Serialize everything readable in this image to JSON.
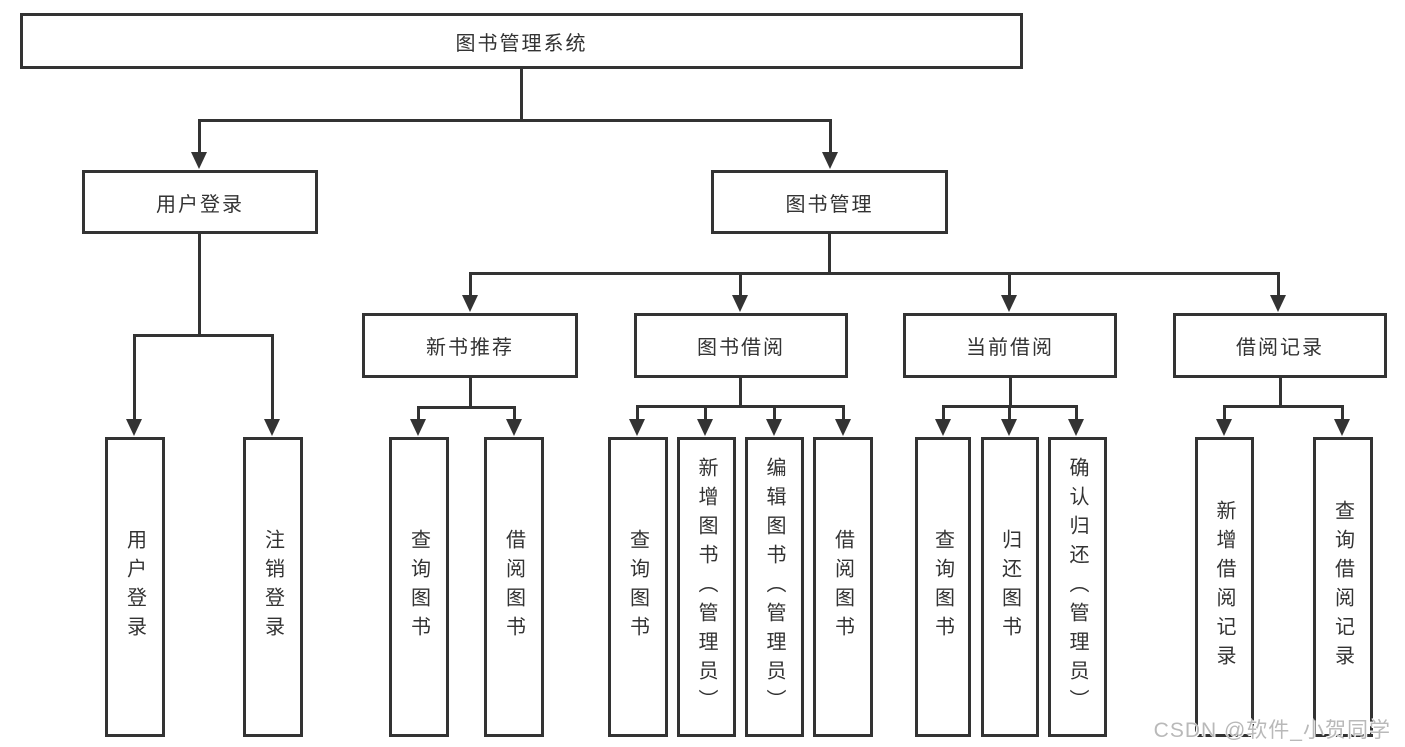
{
  "colors": {
    "line": "#333333",
    "text": "#333333",
    "watermark": "#b9b9b9",
    "background": "#ffffff"
  },
  "watermark": {
    "text": "CSDN @软件_小贺同学"
  },
  "tree": {
    "label": "图书管理系统",
    "children": [
      {
        "label": "用户登录",
        "children": [
          {
            "label": "用户登录"
          },
          {
            "label": "注销登录"
          }
        ]
      },
      {
        "label": "图书管理",
        "children": [
          {
            "label": "新书推荐",
            "children": [
              {
                "label": "查询图书"
              },
              {
                "label": "借阅图书"
              }
            ]
          },
          {
            "label": "图书借阅",
            "children": [
              {
                "label": "查询图书"
              },
              {
                "label": "新增图书（管理员）"
              },
              {
                "label": "编辑图书（管理员）"
              },
              {
                "label": "借阅图书"
              }
            ]
          },
          {
            "label": "当前借阅",
            "children": [
              {
                "label": "查询图书"
              },
              {
                "label": "归还图书"
              },
              {
                "label": "确认归还（管理员）"
              }
            ]
          },
          {
            "label": "借阅记录",
            "children": [
              {
                "label": "新增借阅记录"
              },
              {
                "label": "查询借阅记录"
              }
            ]
          }
        ]
      }
    ]
  }
}
